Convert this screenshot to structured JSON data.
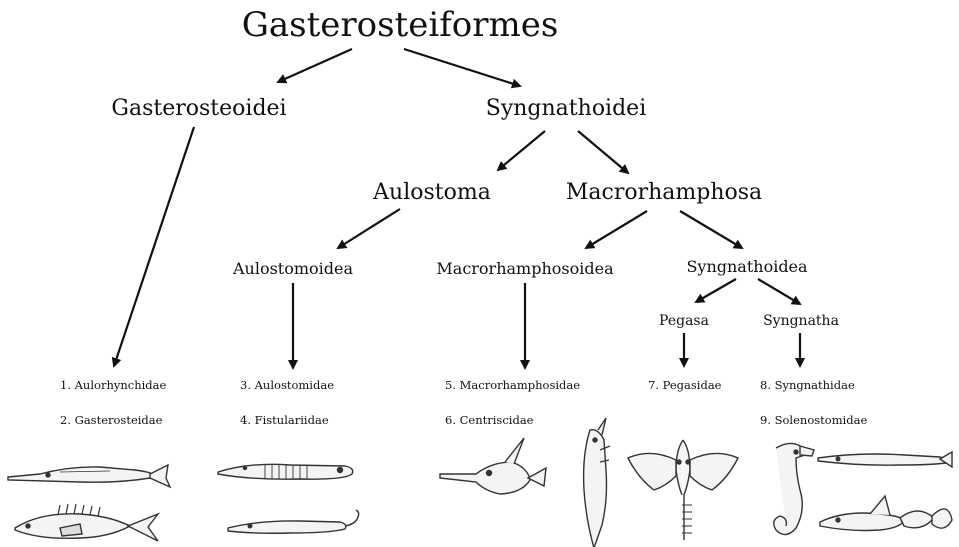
{
  "root": "Gasterosteiformes",
  "suborders": {
    "gasterosteoidei": "Gasterosteoidei",
    "syngnathoidei": "Syngnathoidei"
  },
  "infraorders": {
    "aulostoma": "Aulostoma",
    "macrorhamphosa": "Macrorhamphosa"
  },
  "superfamilies": {
    "aulostomoidea": "Aulostomoidea",
    "macrorhamphosoidea": "Macrorhamphosoidea",
    "syngnathoidea": "Syngnathoidea"
  },
  "subgroups": {
    "pegasa": "Pegasa",
    "syngnatha": "Syngnatha"
  },
  "families": [
    "1. Aulorhynchidae",
    "2. Gasterosteidae",
    "3. Aulostomidae",
    "4. Fistulariidae",
    "5. Macrorhamphosidae",
    "6. Centriscidae",
    "7. Pegasidae",
    "8. Syngnathidae",
    "9. Solenostomidae"
  ],
  "colors": {
    "ink": "#111111",
    "fish_outline": "#333333",
    "fish_fill": "#f4f4f4"
  }
}
